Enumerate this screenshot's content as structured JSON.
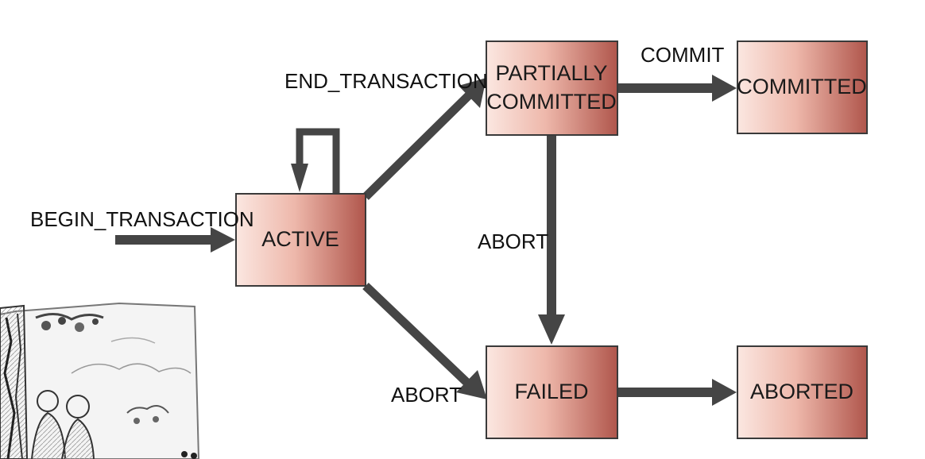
{
  "states": {
    "active": "ACTIVE",
    "partially_committed_line1": "PARTIALLY",
    "partially_committed_line2": "COMMITTED",
    "committed": "COMMITTED",
    "failed": "FAILED",
    "aborted": "ABORTED"
  },
  "transitions": {
    "begin": "BEGIN_TRANSACTION",
    "end": "END_TRANSACTION",
    "commit": "COMMIT",
    "abort_partial": "ABORT",
    "abort_active": "ABORT"
  },
  "colors": {
    "box_light": "#fbe6e0",
    "box_dark": "#b0544a",
    "arrow": "#454545"
  }
}
